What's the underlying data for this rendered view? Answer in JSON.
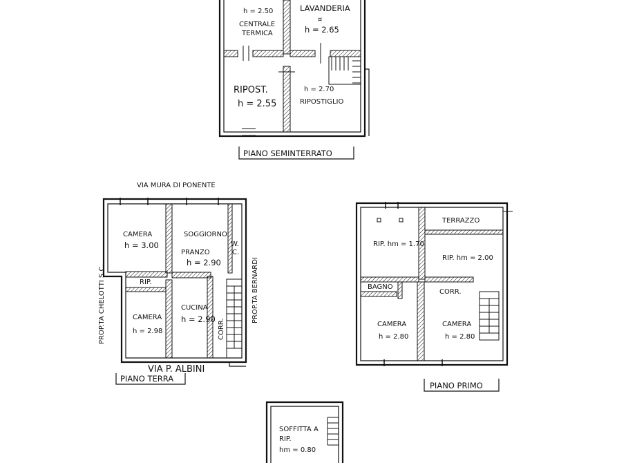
{
  "floors": {
    "seminterrato": {
      "title": "PIANO SEMINTERRATO",
      "rooms": {
        "centrale_height": "h = 2.50",
        "centrale_label_1": "CENTRALE",
        "centrale_label_2": "TERMICA",
        "lavanderia_label": "LAVANDERIA",
        "lavanderia_mark": "¤",
        "lavanderia_height": "h = 2.65",
        "ripost_label": "RIPOST.",
        "ripost_height": "h = 2.55",
        "ripostiglio_height": "h = 2.70",
        "ripostiglio_label": "RIPOSTIGLIO"
      }
    },
    "terra": {
      "title": "PIANO TERRA",
      "street_top": "VIA MURA DI PONENTE",
      "street_bottom": "VIA P. ALBINI",
      "neighbor_left": "PROP.TA CHELOTTI S.C.",
      "neighbor_right": "PROP.TA BERNARDI",
      "rooms": {
        "camera1_label": "CAMERA",
        "camera1_height": "h = 3.00",
        "soggiorno_label": "SOGGIORNO",
        "pranzo_label": "PRANZO",
        "pranzo_height": "h = 2.90",
        "wc_label_1": "W.",
        "wc_label_2": "C.",
        "rip_label": "RIP.",
        "camera2_label": "CAMERA",
        "camera2_height": "h = 2.98",
        "cucina_label": "CUCINA",
        "cucina_height": "h = 2.90",
        "corr_label": "CORR."
      }
    },
    "primo": {
      "title": "PIANO PRIMO",
      "rooms": {
        "terrazzo_label": "TERRAZZO",
        "rip1_label": "RIP. hm = 1.70",
        "rip2_label": "RIP. hm = 2.00",
        "bagno_label": "BAGNO",
        "corr_label": "CORR.",
        "camera1_label": "CAMERA",
        "camera1_height": "h = 2.80",
        "camera2_label": "CAMERA",
        "camera2_height": "h = 2.80"
      }
    },
    "soffitta": {
      "label_1": "SOFFITTA A",
      "label_2": "RIP.",
      "height": "hm = 0.80"
    }
  }
}
